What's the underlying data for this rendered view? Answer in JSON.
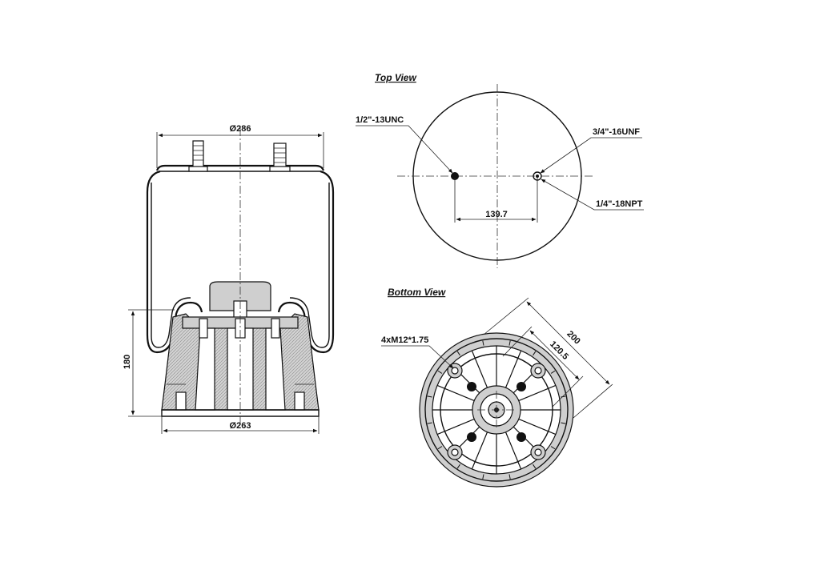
{
  "views": {
    "top_view_title": "Top View",
    "bottom_view_title": "Bottom View"
  },
  "side_view": {
    "top_diameter": "Ø286",
    "base_diameter": "Ø263",
    "height": "180"
  },
  "top_view": {
    "thread_left": "1/2\"-13UNC",
    "thread_right": "3/4\"-16UNF",
    "port": "1/4\"-18NPT",
    "spacing": "139.7"
  },
  "bottom_view": {
    "bolt_spec": "4xM12*1.75",
    "dim_outer": "200",
    "dim_inner": "120.5"
  },
  "colors": {
    "line": "#111111",
    "fill_grey": "#cfcfcf",
    "background": "#ffffff"
  }
}
